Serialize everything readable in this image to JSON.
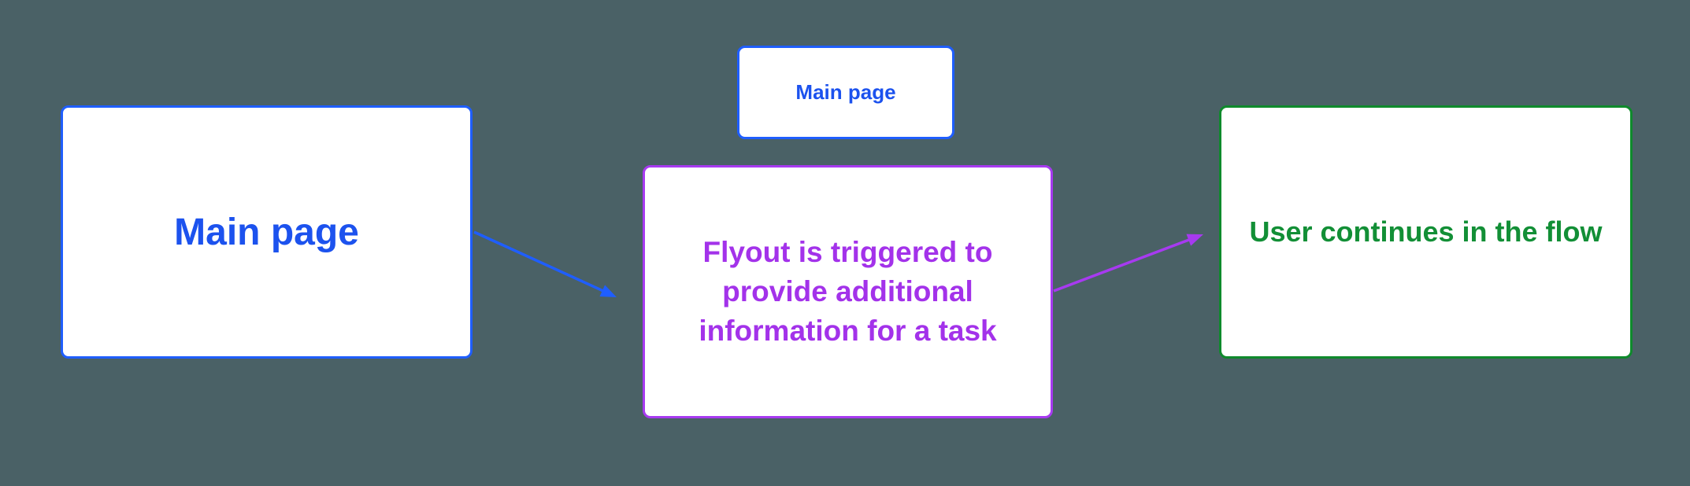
{
  "colors": {
    "background": "#4a6166",
    "node_fill": "#ffffff",
    "blue_text": "#1c52ee",
    "blue_border": "#1f5eff",
    "purple_text": "#a332ea",
    "purple_border": "#a73af0",
    "green_text": "#128f36",
    "green_border": "#0f8a2c"
  },
  "nodes": {
    "main_page": {
      "label": "Main page"
    },
    "main_page_small": {
      "label": "Main page"
    },
    "flyout": {
      "label": "Flyout is triggered to provide additional information for a task"
    },
    "continue_flow": {
      "label": "User continues in the flow"
    }
  }
}
